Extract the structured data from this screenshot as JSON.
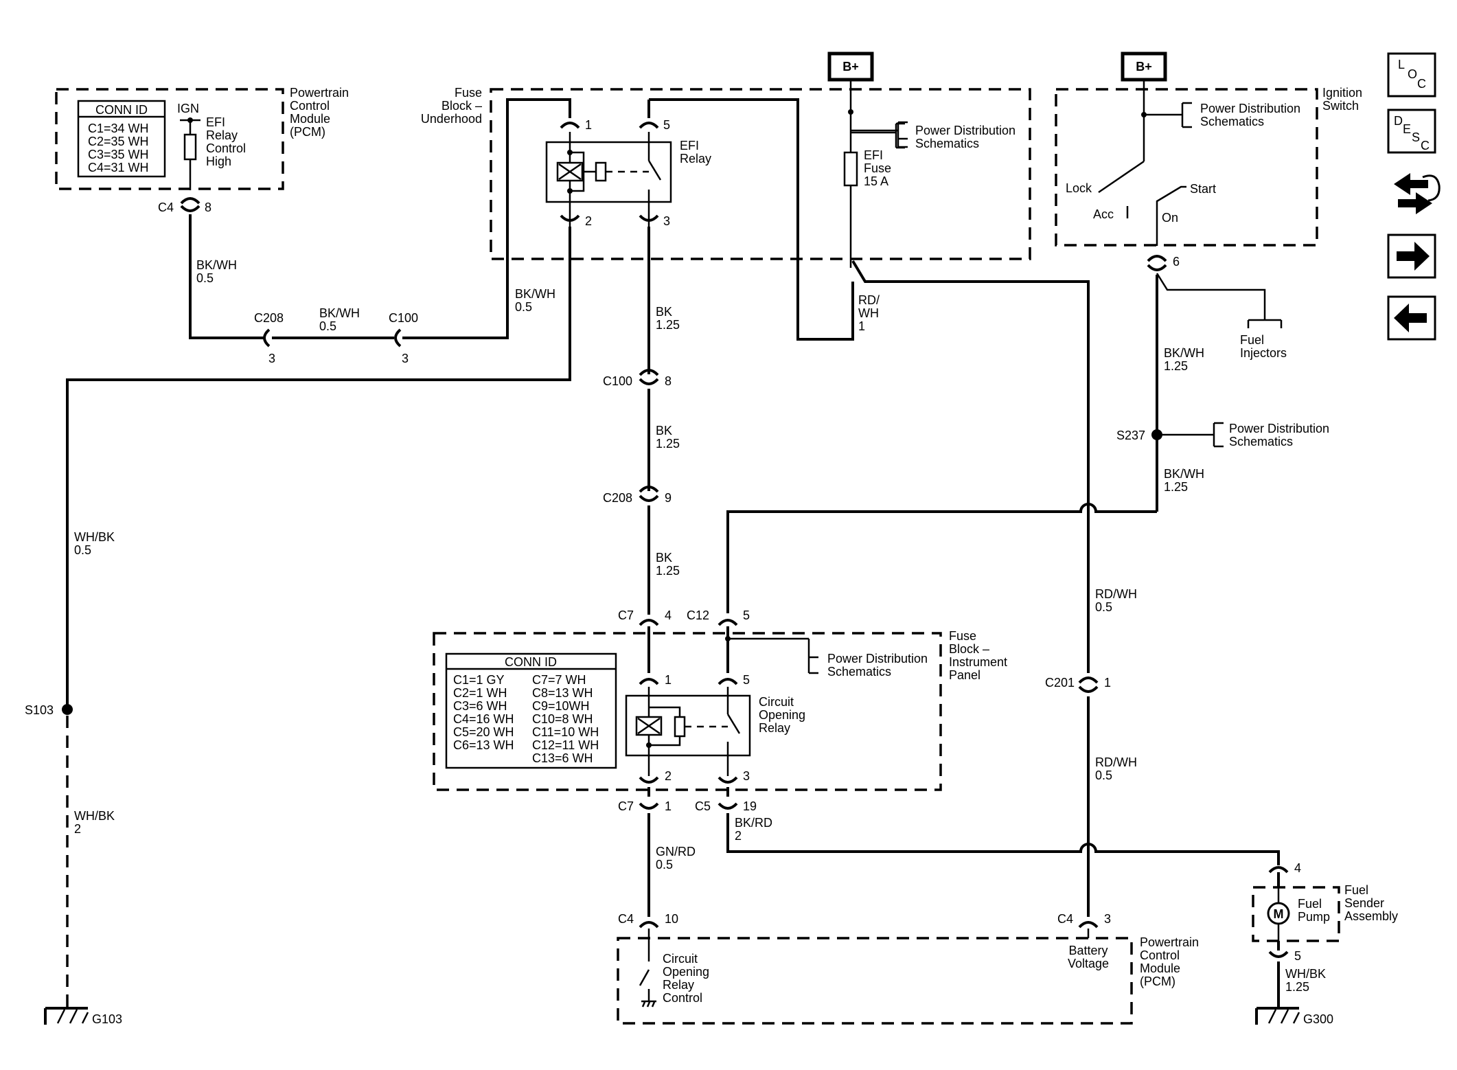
{
  "modules": {
    "pcm_top": {
      "name": [
        "Powertrain",
        "Control",
        "Module",
        "(PCM)"
      ],
      "conn_id_title": "CONN ID",
      "conn_id": [
        "C1=34 WH",
        "C2=35 WH",
        "C3=35 WH",
        "C4=31 WH"
      ],
      "ign": "IGN",
      "output": [
        "EFI",
        "Relay",
        "Control",
        "High"
      ]
    },
    "fuse_block_underhood": {
      "name": [
        "Fuse",
        "Block –",
        "Underhood"
      ]
    },
    "efi_relay": {
      "name": [
        "EFI",
        "Relay"
      ]
    },
    "efi_fuse": {
      "name": [
        "EFI",
        "Fuse",
        "15 A"
      ]
    },
    "ignition_switch": {
      "name": [
        "Ignition",
        "Switch"
      ],
      "positions": {
        "lock": "Lock",
        "acc": "Acc",
        "on": "On",
        "start": "Start"
      }
    },
    "fuse_block_ip": {
      "name": [
        "Fuse",
        "Block –",
        "Instrument",
        "Panel"
      ],
      "conn_id_title": "CONN ID",
      "conn_id_left": [
        "C1=1 GY",
        "C2=1 WH",
        "C3=6 WH",
        "C4=16 WH",
        "C5=20 WH",
        "C6=13 WH"
      ],
      "conn_id_right": [
        "C7=7 WH",
        "C8=13 WH",
        "C9=10WH",
        "C10=8 WH",
        "C11=10 WH",
        "C12=11 WH",
        "C13=6 WH"
      ]
    },
    "circuit_opening_relay": {
      "name": [
        "Circuit",
        "Opening",
        "Relay"
      ]
    },
    "pcm_bottom": {
      "name": [
        "Powertrain",
        "Control",
        "Module",
        "(PCM)"
      ],
      "input_relay": [
        "Circuit",
        "Opening",
        "Relay",
        "Control"
      ],
      "input_batt": [
        "Battery",
        "Voltage"
      ]
    },
    "fuel_sender": {
      "name": [
        "Fuel",
        "Sender",
        "Assembly"
      ],
      "motor": "M",
      "pump": [
        "Fuel",
        "Pump"
      ]
    }
  },
  "power": {
    "b_plus_1": "B+",
    "b_plus_2": "B+"
  },
  "references": {
    "power_dist": [
      "Power Distribution",
      "Schematics"
    ],
    "fuel_injectors": [
      "Fuel",
      "Injectors"
    ]
  },
  "connectors": {
    "c4_top": "C4",
    "c4_top_pin": "8",
    "c208_a": "C208",
    "c208_a_pin": "3",
    "c100_a": "C100",
    "c100_a_pin": "3",
    "efi_p1": "1",
    "efi_p5": "5",
    "efi_p2": "2",
    "efi_p3": "3",
    "c100_b": "C100",
    "c100_b_pin": "8",
    "c208_b": "C208",
    "c208_b_pin": "9",
    "c7_a": "C7",
    "c7_a_pin": "4",
    "c12": "C12",
    "c12_pin": "5",
    "cor_p1": "1",
    "cor_p5": "5",
    "cor_p2": "2",
    "cor_p3": "3",
    "c7_b": "C7",
    "c7_b_pin": "1",
    "c5": "C5",
    "c5_pin": "19",
    "c4_b": "C4",
    "c4_b_pin": "10",
    "c201": "C201",
    "c201_pin": "1",
    "c4_c": "C4",
    "c4_c_pin": "3",
    "ign_pin": "6",
    "fp_pin4": "4",
    "fp_pin5": "5"
  },
  "wires": {
    "w1": [
      "BK/WH",
      "0.5"
    ],
    "w2": [
      "BK/WH",
      "0.5"
    ],
    "w3": [
      "BK/WH",
      "0.5"
    ],
    "w4": [
      "BK",
      "1.25"
    ],
    "w5": [
      "BK",
      "1.25"
    ],
    "w6": [
      "BK",
      "1.25"
    ],
    "w7": [
      "RD/",
      "WH",
      "1"
    ],
    "w8": [
      "BK/WH",
      "1.25"
    ],
    "w9": [
      "BK/WH",
      "1.25"
    ],
    "w10": [
      "RD/WH",
      "0.5"
    ],
    "w11": [
      "RD/WH",
      "0.5"
    ],
    "w12": [
      "WH/BK",
      "0.5"
    ],
    "w13": [
      "WH/BK",
      "2"
    ],
    "w14": [
      "BK/RD",
      "2"
    ],
    "w15": [
      "GN/RD",
      "0.5"
    ],
    "w16": [
      "WH/BK",
      "1.25"
    ]
  },
  "splices": {
    "s103": "S103",
    "s237": "S237"
  },
  "grounds": {
    "g103": "G103",
    "g300": "G300"
  },
  "nav": {
    "loc": [
      "L",
      "O",
      "C"
    ],
    "desc": [
      "D",
      "E",
      "S",
      "C"
    ]
  }
}
